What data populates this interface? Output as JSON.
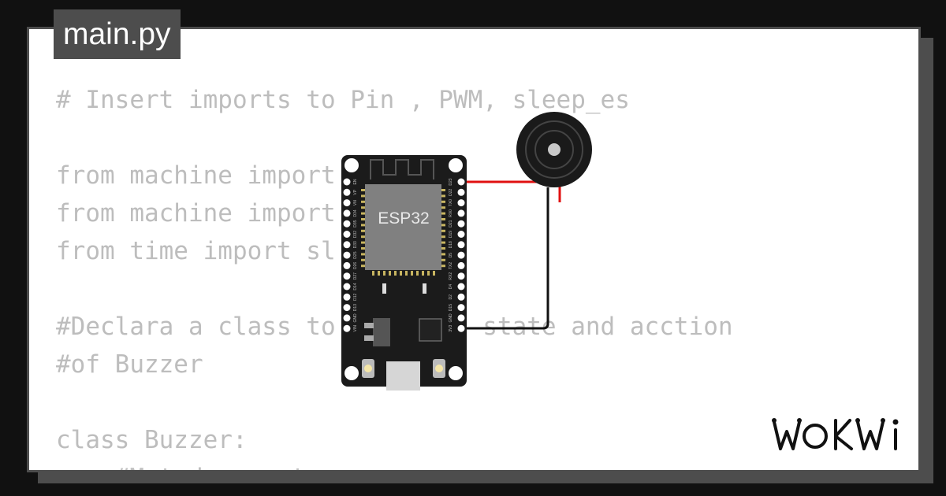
{
  "file_tab": {
    "label": "main.py"
  },
  "code_lines": [
    "# Insert imports to Pin , PWM, sleep_es",
    "",
    "from machine import",
    "from machine import",
    "from time import sl",
    "",
    "#Declara a class to          state and acction",
    "#of Buzzer",
    "",
    "class Buzzer:",
    "    #Metodo constr"
  ],
  "board": {
    "chip_label": "ESP32",
    "pin_labels_left": [
      "EN",
      "VP",
      "VN",
      "D34",
      "D35",
      "D32",
      "D33",
      "D25",
      "D26",
      "D27",
      "D14",
      "D12",
      "D13",
      "GND",
      "VIN"
    ],
    "pin_labels_right": [
      "D23",
      "D22",
      "TX0",
      "RX0",
      "D21",
      "D19",
      "D18",
      "D5",
      "TX2",
      "RX2",
      "D4",
      "D2",
      "D15",
      "GND",
      "3V3"
    ]
  },
  "brand": {
    "name": "WOKWI"
  },
  "colors": {
    "wire_red": "#e01010",
    "wire_black": "#111111",
    "board": "#1b1b1b",
    "chip": "#808080"
  }
}
